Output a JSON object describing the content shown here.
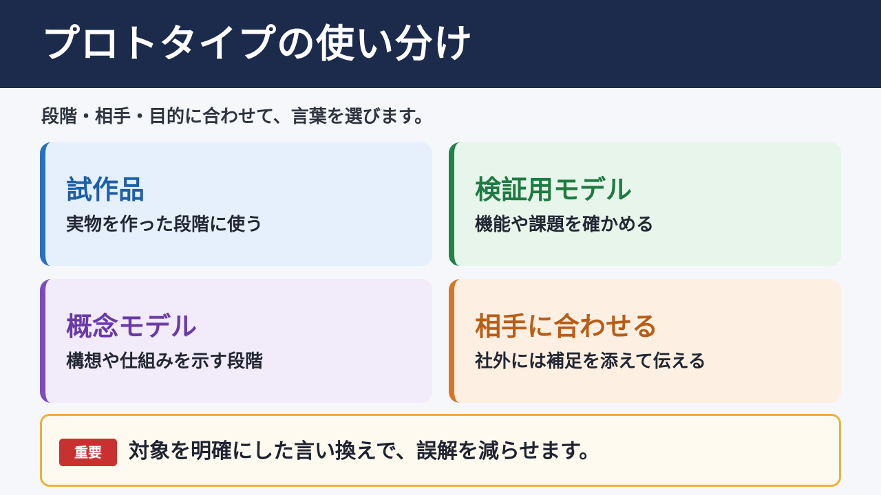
{
  "header": {
    "title": "プロトタイプの使い分け"
  },
  "subtitle": "段階・相手・目的に合わせて、言葉を選びます。",
  "cards": [
    {
      "title": "試作品",
      "description": "実物を作った段階に使う",
      "accent": "#2a6fc0"
    },
    {
      "title": "検証用モデル",
      "description": "機能や課題を確かめる",
      "accent": "#23814a"
    },
    {
      "title": "概念モデル",
      "description": "構想や仕組みを示す段階",
      "accent": "#7b4cbc"
    },
    {
      "title": "相手に合わせる",
      "description": "社外には補足を添えて伝える",
      "accent": "#d67524"
    }
  ],
  "notice": {
    "badge": "重要",
    "text": "対象を明確にした言い換えで、誤解を減らせます。",
    "border_color": "#e9b23a",
    "badge_color": "#c8312f"
  }
}
